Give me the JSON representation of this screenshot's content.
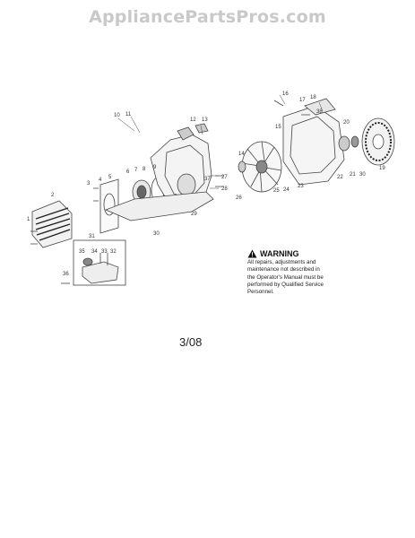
{
  "watermark": "AppliancePartsPros.com",
  "callouts": [
    "1",
    "2",
    "3",
    "4",
    "5",
    "6",
    "7",
    "8",
    "9",
    "10",
    "11",
    "12",
    "13",
    "14",
    "15",
    "16",
    "17",
    "18",
    "19",
    "20",
    "21",
    "22",
    "23",
    "24",
    "25",
    "26",
    "27",
    "28",
    "29",
    "30",
    "30",
    "31",
    "32",
    "33",
    "34",
    "35",
    "36",
    "37",
    "38"
  ],
  "warning": {
    "title": "WARNING",
    "lines": [
      "All repairs, adjustments and",
      "maintenance not described in",
      "the Operator's Manual must be",
      "performed by Qualified Service",
      "Personnel."
    ]
  },
  "date_code": "3/08",
  "colors": {
    "line": "#444444",
    "watermark": "#c9c9c9"
  },
  "icons": {
    "warning": "warning-triangle-icon"
  }
}
